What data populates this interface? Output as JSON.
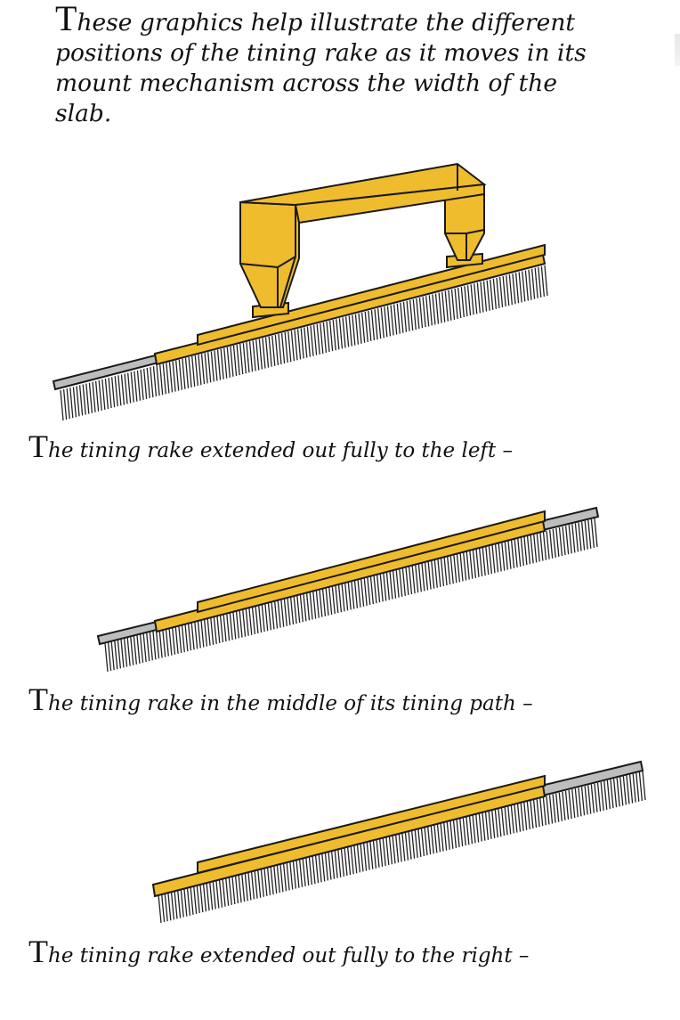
{
  "intro": {
    "dropcap": "T",
    "text": "hese graphics help illustrate the different positions of the tining rake as it moves in its mount mechanism across the width of the slab."
  },
  "captions": [
    {
      "dropcap": "T",
      "text": "he tining rake extended out fully to the left –"
    },
    {
      "dropcap": "T",
      "text": "he tining rake in the middle of its tining path –"
    },
    {
      "dropcap": "T",
      "text": "he tining rake extended out fully to the right –"
    }
  ],
  "colors": {
    "rake_body": "#EFBC2E",
    "rake_extension": "#BDBDBD",
    "outline": "#1A1A1A",
    "tines": "#222222"
  }
}
